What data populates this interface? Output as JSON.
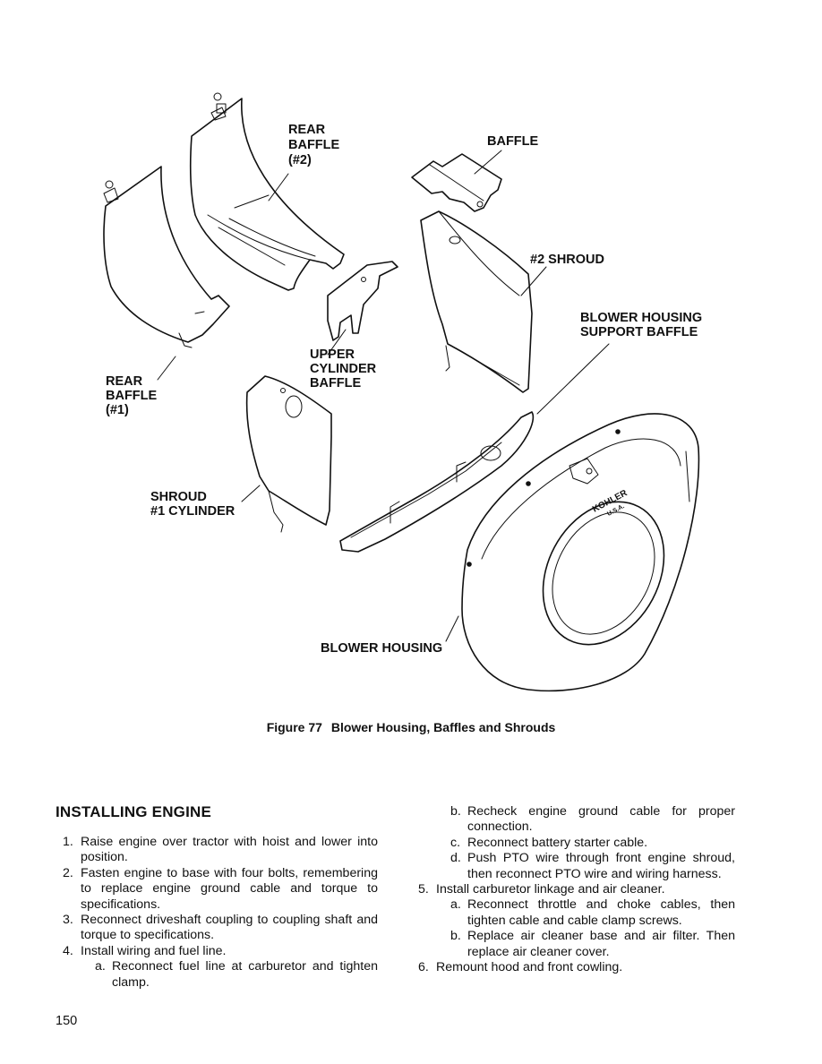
{
  "figure": {
    "labels": {
      "rear_baffle_2": [
        "REAR",
        "BAFFLE",
        "(#2)"
      ],
      "baffle": "BAFFLE",
      "shroud_2": "#2 SHROUD",
      "blower_support": [
        "BLOWER HOUSING",
        "SUPPORT BAFFLE"
      ],
      "upper_cylinder": [
        "UPPER",
        "CYLINDER",
        "BAFFLE"
      ],
      "rear_baffle_1": [
        "REAR",
        "BAFFLE",
        "(#1)"
      ],
      "shroud_1": [
        "SHROUD",
        "#1 CYLINDER"
      ],
      "blower_housing": "BLOWER HOUSING",
      "badge_text": "KOHLER",
      "badge_sub": "U.S.A."
    },
    "caption_number": "Figure 77",
    "caption_title": "Blower Housing, Baffles and Shrouds"
  },
  "section": {
    "heading": "INSTALLING ENGINE",
    "left_items": [
      {
        "n": "1.",
        "text": "Raise engine over tractor with hoist and lower into position."
      },
      {
        "n": "2.",
        "text": "Fasten engine to base with four bolts, remembering to replace engine ground cable and torque to specifications."
      },
      {
        "n": "3.",
        "text": "Reconnect driveshaft coupling to coupling shaft and torque to specifications."
      },
      {
        "n": "4.",
        "text": "Install wiring and fuel line."
      },
      {
        "n": "a.",
        "text": "Reconnect fuel line at carburetor and tighten clamp."
      }
    ],
    "right_items": [
      {
        "n": "b.",
        "text": "Recheck engine ground cable for proper connection."
      },
      {
        "n": "c.",
        "text": "Reconnect battery starter cable."
      },
      {
        "n": "d.",
        "text": "Push PTO wire through front engine shroud, then reconnect PTO wire and wiring harness."
      },
      {
        "n": "5.",
        "text": "Install carburetor linkage and air cleaner."
      },
      {
        "n": "a.",
        "text": "Reconnect throttle and choke cables, then tighten cable and cable clamp screws."
      },
      {
        "n": "b.",
        "text": "Replace air cleaner base and air filter. Then replace air cleaner cover."
      },
      {
        "n": "6.",
        "text": "Remount hood and front cowling."
      }
    ]
  },
  "page_number": "150"
}
